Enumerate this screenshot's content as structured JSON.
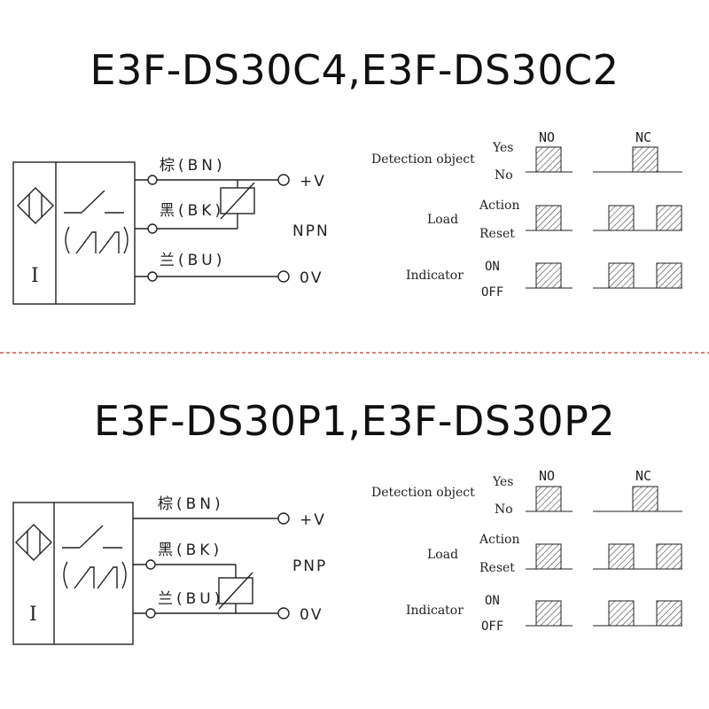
{
  "colors": {
    "ink": "#222222",
    "divider": "#c0392b",
    "hatch": "#444444"
  },
  "sections": [
    {
      "title": "E3F-DS30C4,E3F-DS30C2",
      "wires": {
        "brown": "棕(BN)",
        "black": "黑(BK)",
        "blue": "兰(BU)"
      },
      "terminals": {
        "positive": "+V",
        "ground": "0V"
      },
      "type_label": "NPN",
      "sensor_symbol": "I",
      "timing": {
        "mode_no": "NO",
        "mode_nc": "NC",
        "rows": [
          {
            "label": "Detection object",
            "high": "Yes",
            "low": "No"
          },
          {
            "label": "Load",
            "high": "Action",
            "low": "Reset"
          },
          {
            "label": "Indicator",
            "high": "ON",
            "low": "OFF"
          }
        ]
      }
    },
    {
      "title": "E3F-DS30P1,E3F-DS30P2",
      "wires": {
        "brown": "棕(BN)",
        "black": "黑(BK)",
        "blue": "兰(BU)"
      },
      "terminals": {
        "positive": "+V",
        "ground": "0V"
      },
      "type_label": "PNP",
      "sensor_symbol": "I",
      "timing": {
        "mode_no": "NO",
        "mode_nc": "NC",
        "rows": [
          {
            "label": "Detection object",
            "high": "Yes",
            "low": "No"
          },
          {
            "label": "Load",
            "high": "Action",
            "low": "Reset"
          },
          {
            "label": "Indicator",
            "high": "ON",
            "low": "OFF"
          }
        ]
      }
    }
  ]
}
